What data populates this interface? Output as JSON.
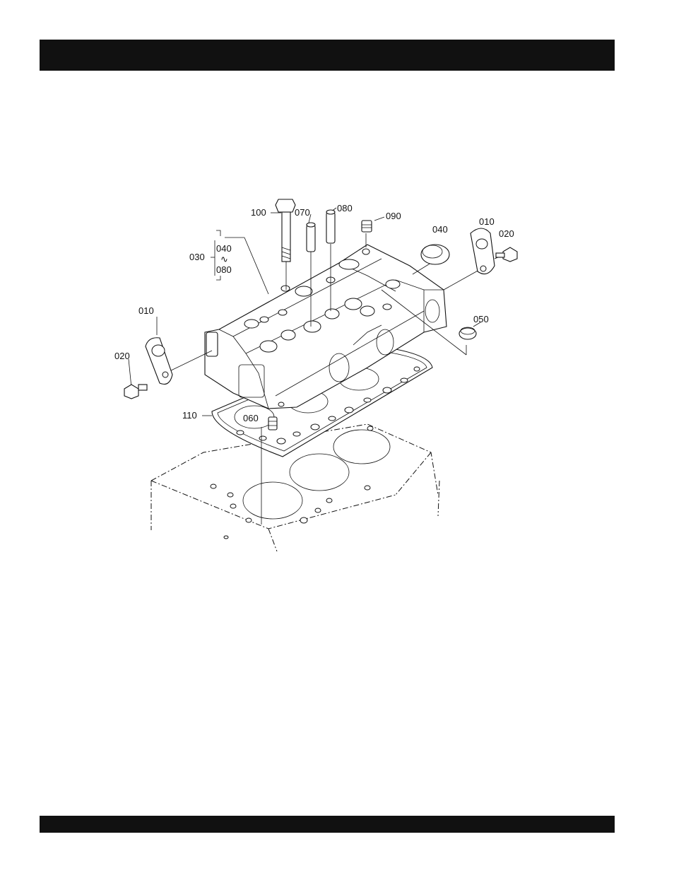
{
  "header_band": {
    "color": "#111111"
  },
  "footer_band": {
    "color": "#111111"
  },
  "callouts": {
    "c100": "100",
    "c070": "070",
    "c080_top": "080",
    "c090": "090",
    "c040_right": "040",
    "c010_right": "010",
    "c020_right": "020",
    "c030": "030",
    "c040_group": "040",
    "c_group_tilde": "∿",
    "c080_group": "080",
    "c010_left": "010",
    "c020_left": "020",
    "c050": "050",
    "c110": "110",
    "c060": "060"
  }
}
